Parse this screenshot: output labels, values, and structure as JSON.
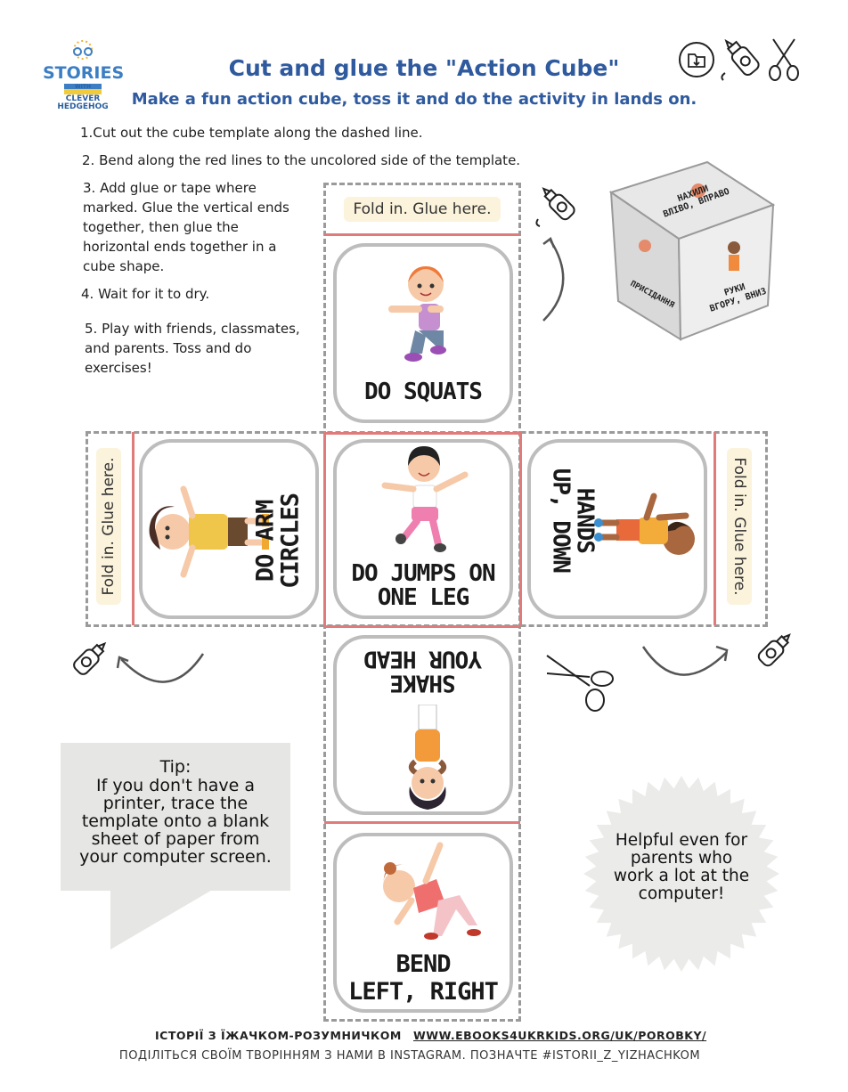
{
  "header": {
    "title": "Cut and glue the \"Action Cube\"",
    "subtitle": "Make a fun action cube, toss it and do the activity in lands on."
  },
  "logo": {
    "line1": "STORIES",
    "line2": "WITH",
    "line3": "CLEVER",
    "line4": "HEDGEHOG"
  },
  "header_icons": [
    "download-icon",
    "glue-bottle-icon",
    "scissors-icon"
  ],
  "steps": [
    "1.Cut out the cube template along the dashed line.",
    "2. Bend along the red lines to the uncolored side of the template.",
    "3. Add glue or tape where marked. Glue the vertical ends together, then glue the horizontal ends together in a cube shape.",
    "4. Wait for it to dry.",
    "5. Play with friends, classmates, and parents. Toss and do exercises!"
  ],
  "template": {
    "glue_top": "Fold in. Glue here.",
    "glue_left": "Fold in. Glue here.",
    "glue_right": "Fold in. Glue here.",
    "faces": {
      "squats": "DO SQUATS",
      "arm_circles": "DO ARM CIRCLES",
      "jumps_line1": "DO JUMPS ON",
      "jumps_line2": "ONE LEG",
      "hands_line1": "HANDS",
      "hands_line2": "UP, DOWN",
      "shake_line1": "SHAKE",
      "shake_line2": "YOUR HEAD",
      "bend_line1": "BEND",
      "bend_line2": "LEFT, RIGHT"
    }
  },
  "cube_photo": {
    "top_line1": "НАХИЛИ",
    "top_line2": "ВЛІВО, ВПРАВО",
    "right_line1": "РУКИ",
    "right_line2": "ВГОРУ, ВНИЗ",
    "left_label": "ПРИСІДАННЯ"
  },
  "tip": {
    "heading": "Tip:",
    "lines": [
      "If you don't have a",
      "printer, trace the",
      "template onto a blank",
      "sheet of paper from",
      "your computer screen."
    ]
  },
  "badge": {
    "lines": [
      "Helpful even for",
      "parents who",
      "work a lot at the",
      "computer!"
    ]
  },
  "footer": {
    "brand": "ІСТОРІЇ З ЇЖАЧКОМ-РОЗУМНИЧКОМ",
    "url": "WWW.EBOOKS4UKRKIDS.ORG/UK/POROBKY/",
    "share": "ПОДІЛІТЬСЯ СВОЇМ ТВОРІННЯМ З НАМИ В INSTAGRAM. ПОЗНАЧТЕ #ISTORII_Z_YIZHACHKOM"
  },
  "colors": {
    "title_blue": "#2f5a9e",
    "red_fold": "#e07b7b",
    "dash_gray": "#9a9a9a",
    "glue_bg": "#fbf3dc",
    "tip_bg": "#e6e6e4"
  }
}
